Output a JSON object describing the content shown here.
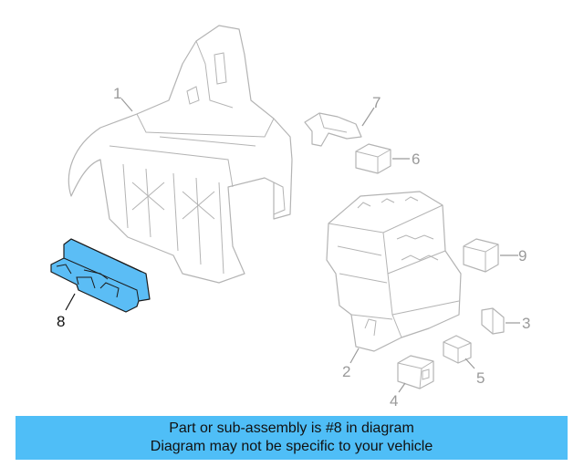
{
  "callouts": {
    "c1": "1",
    "c2": "2",
    "c3": "3",
    "c4": "4",
    "c5": "5",
    "c6": "6",
    "c7": "7",
    "c8": "8",
    "c9": "9"
  },
  "highlight": {
    "part": "8",
    "color": "#5bbdf5"
  },
  "banner": {
    "line1": "Part or sub-assembly is #8 in diagram",
    "line2": "Diagram may not be specific to your vehicle",
    "color": "#4fbef7"
  }
}
